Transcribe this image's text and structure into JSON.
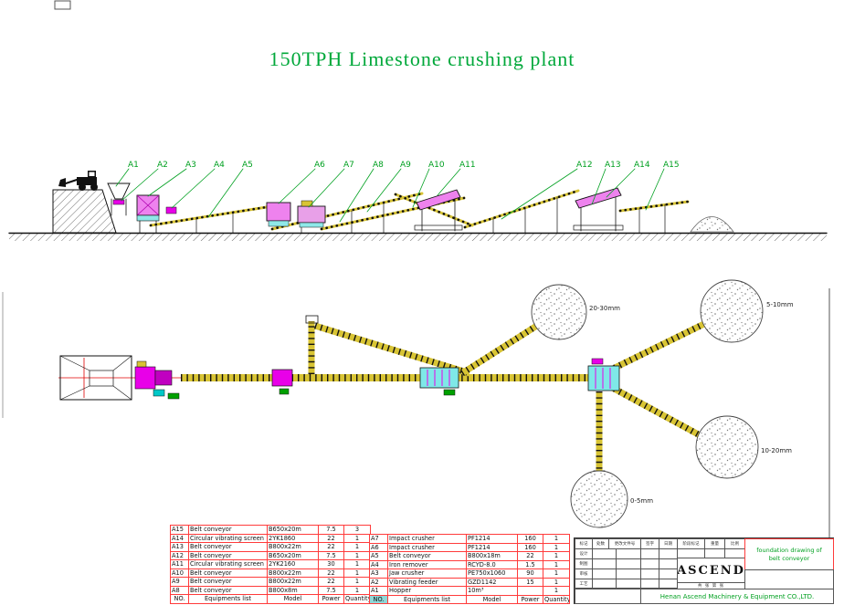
{
  "page": {
    "title": "150TPH Limestone crushing plant"
  },
  "colors": {
    "title_green": "#00a83a",
    "label_green": "#00a020",
    "table_border_red": "#ff3b3b",
    "conveyor_yellow": "#d8c434",
    "equipment_magenta": "#e800e8",
    "equipment_cyan": "#00c8c8",
    "centerline_red": "#e00000"
  },
  "elevation": {
    "labels": [
      "A1",
      "A2",
      "A3",
      "A4",
      "A5",
      "A6",
      "A7",
      "A8",
      "A9",
      "A10",
      "A11",
      "A12",
      "A13",
      "A14",
      "A15"
    ]
  },
  "plan": {
    "stockpiles": [
      "20-30mm",
      "5-10mm",
      "10-20mm",
      "0-5mm"
    ]
  },
  "tables": {
    "header": {
      "no": "NO.",
      "name": "Equipments list",
      "model": "Model",
      "power": "Power",
      "qty": "Quantity"
    },
    "left_rows": [
      [
        "A15",
        "Belt conveyor",
        "B650x20m",
        "7.5",
        "3"
      ],
      [
        "A14",
        "Circular vibrating screen",
        "2YK1860",
        "22",
        "1"
      ],
      [
        "A13",
        "Belt conveyor",
        "B800x22m",
        "22",
        "1"
      ],
      [
        "A12",
        "Belt conveyor",
        "B650x20m",
        "7.5",
        "1"
      ],
      [
        "A11",
        "Circular vibrating screen",
        "2YK2160",
        "30",
        "1"
      ],
      [
        "A10",
        "Belt conveyor",
        "B800x22m",
        "22",
        "1"
      ],
      [
        "A9",
        "Belt conveyor",
        "B800x22m",
        "22",
        "1"
      ],
      [
        "A8",
        "Belt conveyor",
        "B800x8m",
        "7.5",
        "1"
      ]
    ],
    "right_rows": [
      [
        "A7",
        "Impact crusher",
        "PF1214",
        "160",
        "1"
      ],
      [
        "A6",
        "Impact crusher",
        "PF1214",
        "160",
        "1"
      ],
      [
        "A5",
        "Belt conveyor",
        "B800x18m",
        "22",
        "1"
      ],
      [
        "A4",
        "Iron remover",
        "RCYD-8.0",
        "1.5",
        "1"
      ],
      [
        "A3",
        "Jaw crusher",
        "PE750x1060",
        "90",
        "1"
      ],
      [
        "A2",
        "Vibrating feeder",
        "GZD1142",
        "15",
        "1"
      ],
      [
        "A1",
        "Hopper",
        "10m³",
        "",
        "1"
      ]
    ]
  },
  "title_block": {
    "logo": "ASCEND",
    "drawing_title_line1": "foundation drawing of",
    "drawing_title_line2": "belt conveyor",
    "company": "Henan Ascend Machinery & Equipment CO.,LTD.",
    "cells": {
      "rev1": "标记",
      "rev2": "处数",
      "rev3": "更改文件号",
      "rev4": "签字",
      "rev5": "日期",
      "r1": "设计",
      "r2": "制图",
      "r3": "审核",
      "r4": "工艺",
      "h1": "阶段标记",
      "h2": "重量",
      "h3": "比例",
      "sheet": "共 张 第 张"
    }
  }
}
